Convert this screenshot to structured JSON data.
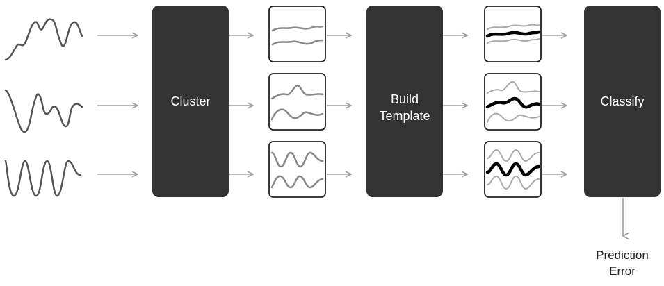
{
  "blocks": {
    "cluster": "Cluster",
    "build_template": "Build\nTemplate",
    "classify": "Classify"
  },
  "output": {
    "label": "Prediction\nError"
  },
  "colors": {
    "block_fill": "#333333",
    "arrow": "#9e9e9e",
    "signal": "#555555",
    "cluster_line": "#888888",
    "template_line": "#000000",
    "band_line": "#aaaaaa"
  }
}
